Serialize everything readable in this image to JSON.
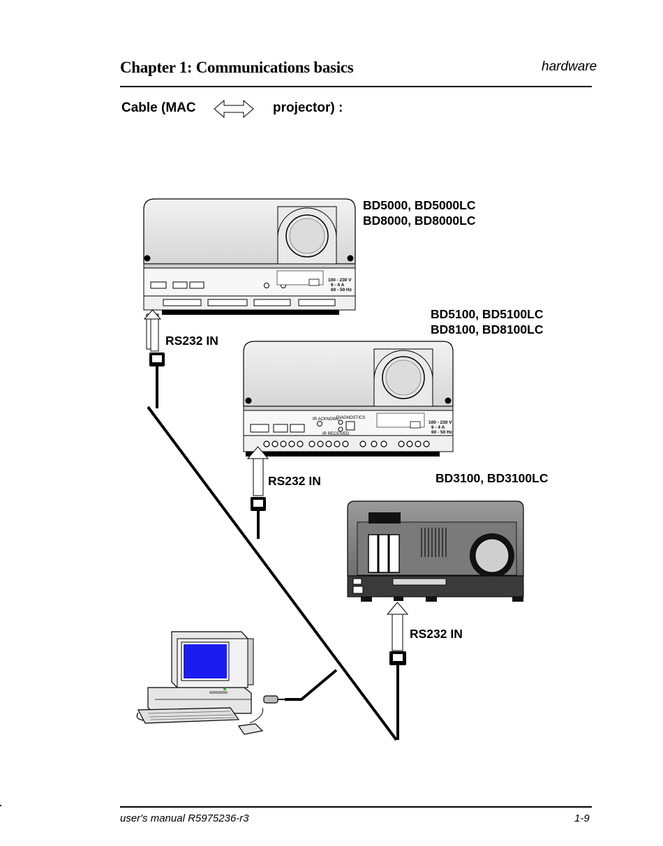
{
  "header": {
    "chapter_title": "Chapter 1: Communications basics",
    "section_tag": "hardware"
  },
  "cable": {
    "left_label": "Cable (MAC",
    "right_label": "projector) :"
  },
  "projectors": [
    {
      "models": [
        "BD5000, BD5000LC",
        "BD8000, BD8000LC"
      ],
      "port_label": "RS232 IN"
    },
    {
      "models": [
        "BD5100, BD5100LC",
        "BD8100, BD8100LC"
      ],
      "port_label": "RS232 IN"
    },
    {
      "models": [
        "BD3100, BD3100LC"
      ],
      "port_label": "RS232 IN"
    }
  ],
  "panel_text": {
    "power_rating": [
      "100 - 230 V",
      "6 - 4 A",
      "60 - 50 Hz"
    ],
    "ir_text": [
      "IR ACKNOWL.",
      "DIAGNOSTICS",
      "IR RECEIVED"
    ]
  },
  "footer": {
    "manual_ref": "user's  manual  R5975236-r3",
    "page_number": "1-9"
  }
}
